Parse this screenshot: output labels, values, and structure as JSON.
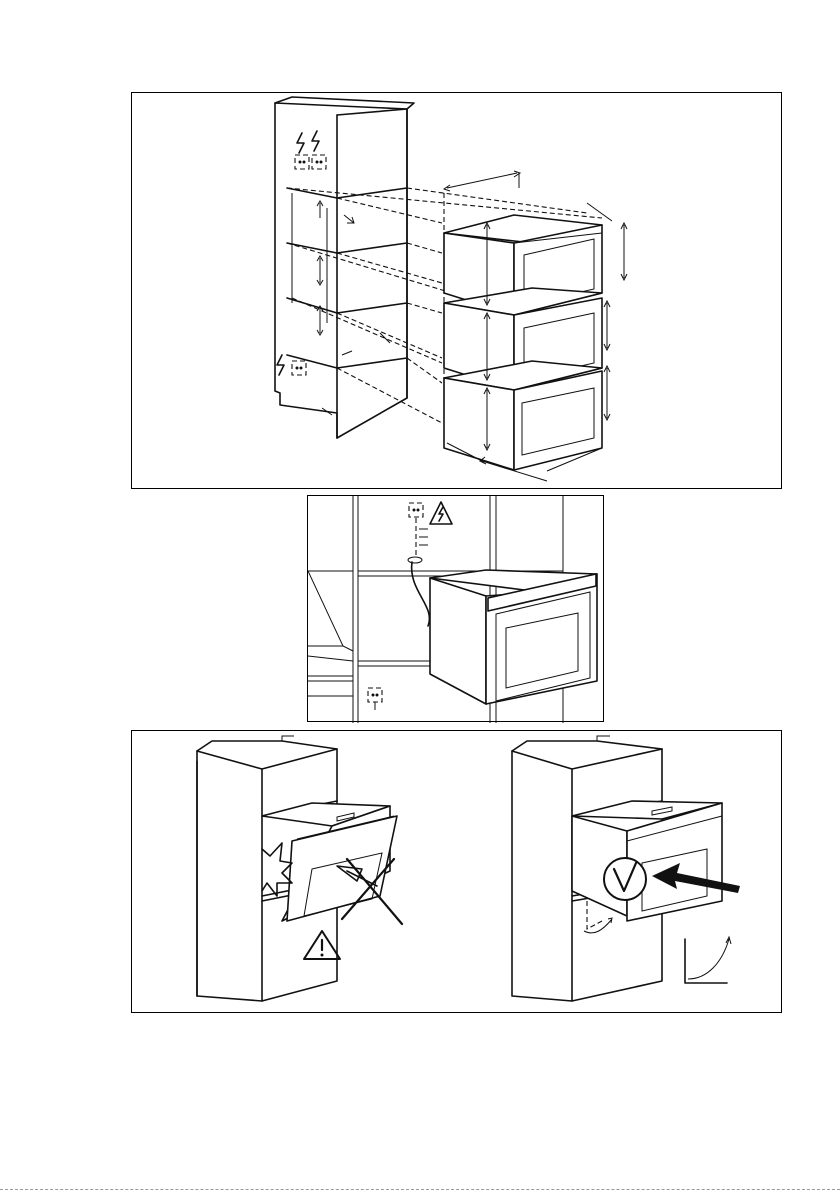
{
  "figures": [
    {
      "id": "cabinet-dimensions",
      "description_visible_text": ""
    },
    {
      "id": "electrical-connection",
      "description_visible_text": ""
    },
    {
      "id": "oven-insertion",
      "description_visible_text": ""
    }
  ],
  "icons": {
    "electric_hazard": "lightning-bolt-icon",
    "socket": "socket-icon",
    "warning": "warning-triangle-icon",
    "wrong": "cross-icon",
    "correct": "check-circle-icon"
  },
  "colors": {
    "line": "#111111",
    "background": "#ffffff"
  }
}
